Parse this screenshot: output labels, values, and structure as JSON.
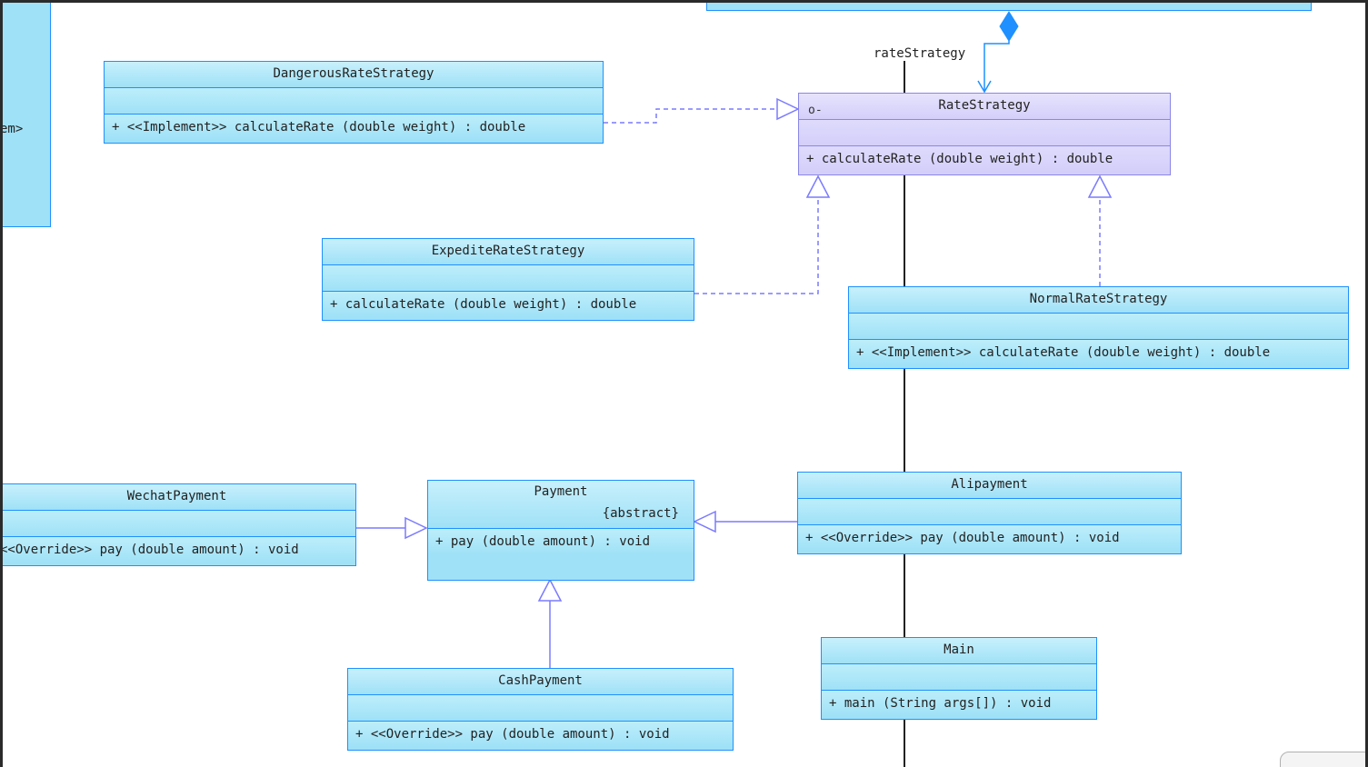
{
  "diagram": {
    "classes": {
      "partial_left": {
        "name": "",
        "op_fragment": "em>"
      },
      "top_class": {
        "name": ""
      },
      "dangerous": {
        "name": "DangerousRateStrategy",
        "op": "+ <<Implement>> calculateRate (double weight) : double"
      },
      "rate_strategy": {
        "name": "RateStrategy",
        "op": "+ calculateRate (double weight) : double",
        "icon": "interface-lollipop-icon"
      },
      "expedite": {
        "name": "ExpediteRateStrategy",
        "op": "+ calculateRate (double weight) : double"
      },
      "normal": {
        "name": "NormalRateStrategy",
        "op": "+ <<Implement>> calculateRate (double weight) : double"
      },
      "wechat": {
        "name": "WechatPayment",
        "op": "<<Override>> pay (double amount) : void"
      },
      "payment": {
        "name": "Payment",
        "stereotype": "{abstract}",
        "op": "+ pay (double amount) : void"
      },
      "alipayment": {
        "name": "Alipayment",
        "op": "+ <<Override>> pay (double amount) : void"
      },
      "cash": {
        "name": "CashPayment",
        "op": "+ <<Override>> pay (double amount) : void"
      },
      "main": {
        "name": "Main",
        "op": "+ main (String args[]) : void"
      }
    },
    "labels": {
      "rate_strategy_assoc": "rateStrategy"
    },
    "colors": {
      "class_fill": "#9fe1f7",
      "class_border": "#1e90ff",
      "interface_fill": "#d4cffa",
      "interface_border": "#8b86e8",
      "relation_line": "#7a7aff",
      "lifeline": "#222222",
      "composition": "#1e90ff"
    }
  }
}
